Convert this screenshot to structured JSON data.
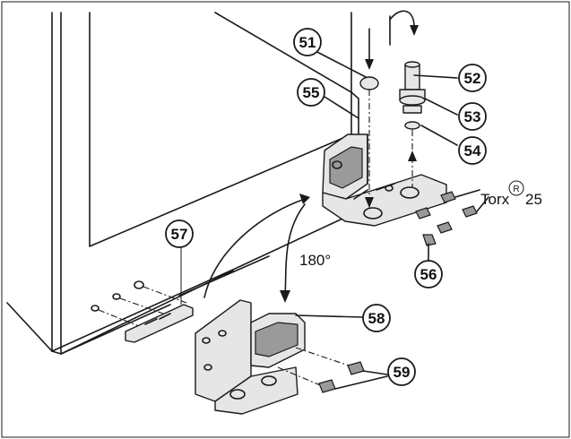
{
  "callouts": {
    "c51": "51",
    "c52": "52",
    "c53": "53",
    "c54": "54",
    "c55": "55",
    "c56": "56",
    "c57": "57",
    "c58": "58",
    "c59": "59"
  },
  "labels": {
    "torx": "Torx",
    "registered": "R",
    "torx_size": "25",
    "rotation": "180°"
  }
}
